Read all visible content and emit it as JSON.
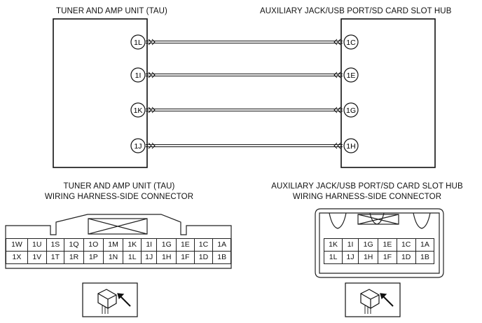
{
  "tau_title": "TUNER AND AMP UNIT (TAU)",
  "hub_title": "AUXILIARY JACK/USB PORT/SD CARD SLOT HUB",
  "wires": [
    {
      "left": "1L",
      "right": "1C"
    },
    {
      "left": "1I",
      "right": "1E"
    },
    {
      "left": "1K",
      "right": "1G"
    },
    {
      "left": "1J",
      "right": "1H"
    }
  ],
  "tau_connector": {
    "title_line1": "TUNER AND AMP UNIT (TAU)",
    "title_line2": "WIRING HARNESS-SIDE CONNECTOR",
    "rows": [
      [
        "1W",
        "1U",
        "1S",
        "1Q",
        "1O",
        "1M",
        "1K",
        "1I",
        "1G",
        "1E",
        "1C",
        "1A"
      ],
      [
        "1X",
        "1V",
        "1T",
        "1R",
        "1P",
        "1N",
        "1L",
        "1J",
        "1H",
        "1F",
        "1D",
        "1B"
      ]
    ]
  },
  "hub_connector": {
    "title_line1": "AUXILIARY JACK/USB PORT/SD CARD SLOT HUB",
    "title_line2": "WIRING HARNESS-SIDE CONNECTOR",
    "rows": [
      [
        "1K",
        "1I",
        "1G",
        "1E",
        "1C",
        "1A"
      ],
      [
        "1L",
        "1J",
        "1H",
        "1F",
        "1D",
        "1B"
      ]
    ]
  }
}
